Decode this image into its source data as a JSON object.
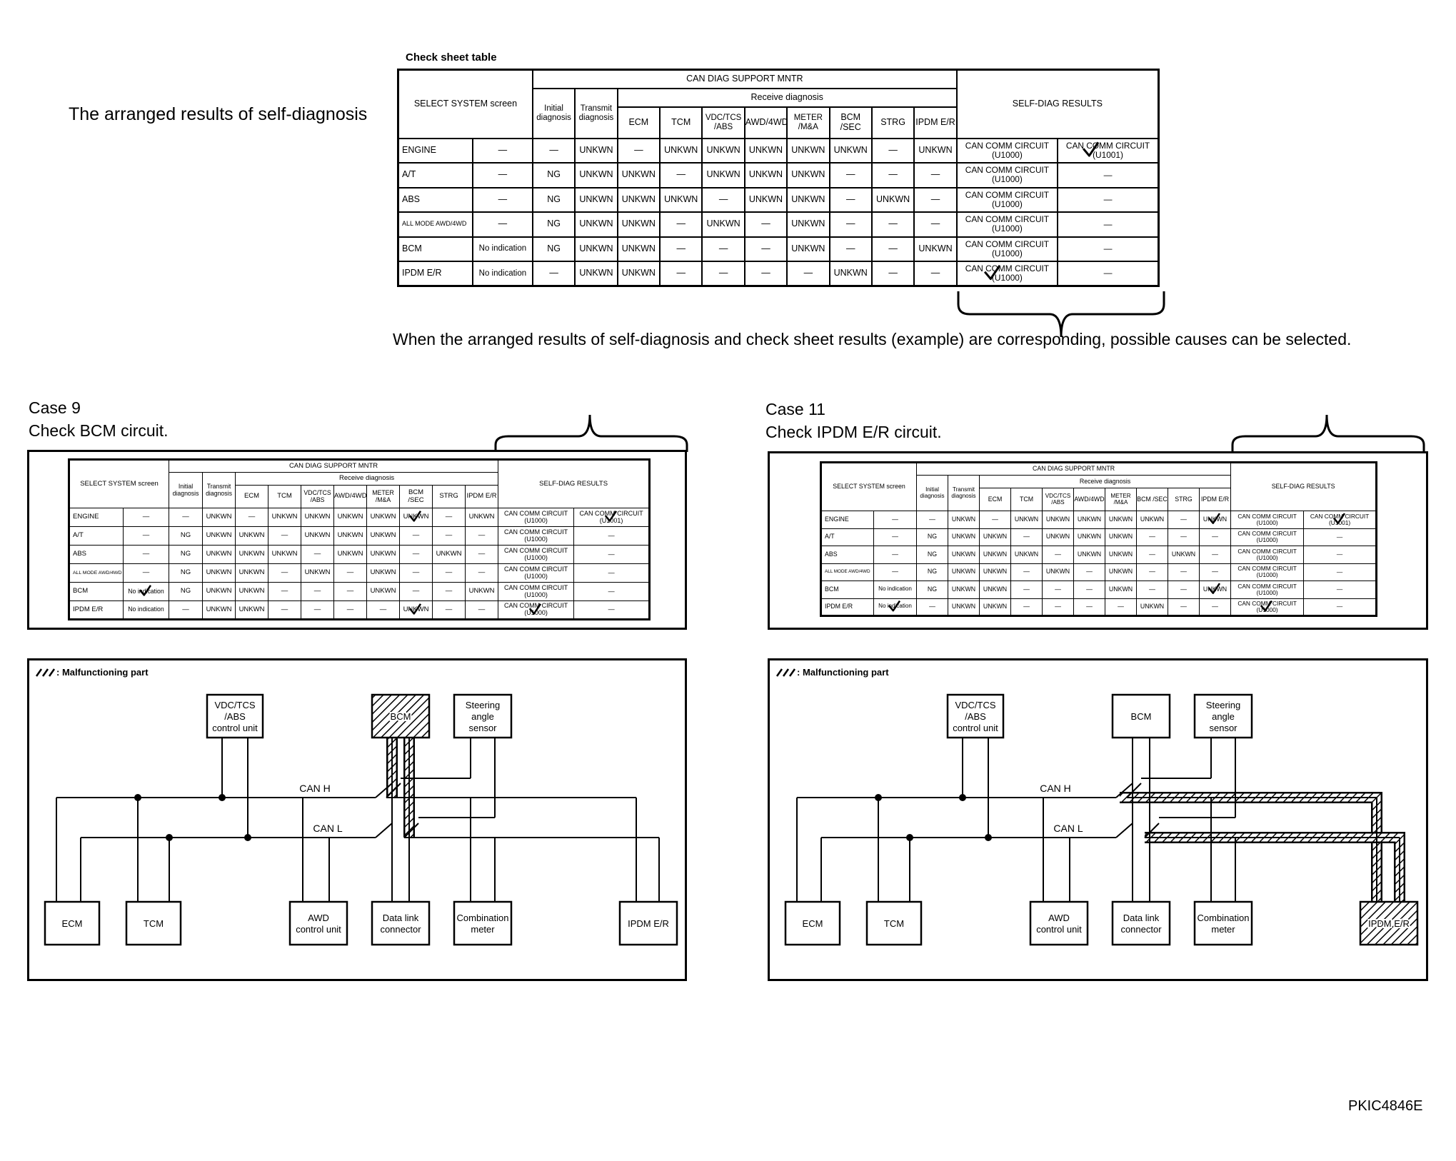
{
  "header": {
    "left_caption": "The arranged results of self-diagnosis",
    "check_sheet_title": "Check sheet table",
    "correspond_text": "When the arranged results of self-diagnosis and check sheet results (example) are corresponding, possible causes can be selected.",
    "doc_code": "PKIC4846E"
  },
  "table_headers": {
    "select_system": "SELECT SYSTEM screen",
    "can_diag": "CAN DIAG SUPPORT MNTR",
    "initial": "Initial diagnosis",
    "transmit": "Transmit diagnosis",
    "receive": "Receive diagnosis",
    "self_diag": "SELF-DIAG RESULTS",
    "receive_cols": [
      "ECM",
      "TCM",
      "VDC/TCS /ABS",
      "AWD/4WD",
      "METER /M&A",
      "BCM /SEC",
      "STRG",
      "IPDM E/R"
    ]
  },
  "check_sheet": {
    "rows": [
      {
        "system": "ENGINE",
        "select": "—",
        "initial": "—",
        "transmit": "UNKWN",
        "receive": [
          "—",
          "UNKWN",
          "UNKWN",
          "UNKWN",
          "UNKWN",
          "UNKWN",
          "—",
          "UNKWN"
        ],
        "self1": "CAN COMM CIRCUIT (U1000)",
        "self2": "CAN COMM CIRCUIT (U1001)"
      },
      {
        "system": "A/T",
        "select": "—",
        "initial": "NG",
        "transmit": "UNKWN",
        "receive": [
          "UNKWN",
          "—",
          "UNKWN",
          "UNKWN",
          "UNKWN",
          "—",
          "—",
          "—"
        ],
        "self1": "CAN COMM CIRCUIT (U1000)",
        "self2": "—"
      },
      {
        "system": "ABS",
        "select": "—",
        "initial": "NG",
        "transmit": "UNKWN",
        "receive": [
          "UNKWN",
          "UNKWN",
          "—",
          "UNKWN",
          "UNKWN",
          "—",
          "UNKWN",
          "—"
        ],
        "self1": "CAN COMM CIRCUIT (U1000)",
        "self2": "—"
      },
      {
        "system": "ALL MODE AWD/4WD",
        "select": "—",
        "initial": "NG",
        "transmit": "UNKWN",
        "receive": [
          "UNKWN",
          "—",
          "UNKWN",
          "—",
          "UNKWN",
          "—",
          "—",
          "—"
        ],
        "self1": "CAN COMM CIRCUIT (U1000)",
        "self2": "—"
      },
      {
        "system": "BCM",
        "select": "No indication",
        "initial": "NG",
        "transmit": "UNKWN",
        "receive": [
          "UNKWN",
          "—",
          "—",
          "—",
          "UNKWN",
          "—",
          "—",
          "UNKWN"
        ],
        "self1": "CAN COMM CIRCUIT (U1000)",
        "self2": "—"
      },
      {
        "system": "IPDM E/R",
        "select": "No indication",
        "initial": "—",
        "transmit": "UNKWN",
        "receive": [
          "UNKWN",
          "—",
          "—",
          "—",
          "—",
          "UNKWN",
          "—",
          "—"
        ],
        "self1": "CAN COMM CIRCUIT (U1000)",
        "self2": "—"
      }
    ]
  },
  "case9": {
    "title": "Case 9",
    "subtitle": "Check BCM circuit.",
    "rows": [
      {
        "system": "ENGINE",
        "select": "—",
        "initial": "—",
        "transmit": "UNKWN",
        "receive": [
          "—",
          "UNKWN",
          "UNKWN",
          "UNKWN",
          "UNKWN",
          "UNKWN",
          "—",
          "UNKWN"
        ],
        "self1": "CAN COMM CIRCUIT (U1000)",
        "self2": "CAN COMM CIRCUIT (U1001)"
      },
      {
        "system": "A/T",
        "select": "—",
        "initial": "NG",
        "transmit": "UNKWN",
        "receive": [
          "UNKWN",
          "—",
          "UNKWN",
          "UNKWN",
          "UNKWN",
          "—",
          "—",
          "—"
        ],
        "self1": "CAN COMM CIRCUIT (U1000)",
        "self2": "—"
      },
      {
        "system": "ABS",
        "select": "—",
        "initial": "NG",
        "transmit": "UNKWN",
        "receive": [
          "UNKWN",
          "UNKWN",
          "—",
          "UNKWN",
          "UNKWN",
          "—",
          "UNKWN",
          "—"
        ],
        "self1": "CAN COMM CIRCUIT (U1000)",
        "self2": "—"
      },
      {
        "system": "ALL MODE AWD/4WD",
        "select": "—",
        "initial": "NG",
        "transmit": "UNKWN",
        "receive": [
          "UNKWN",
          "—",
          "UNKWN",
          "—",
          "UNKWN",
          "—",
          "—",
          "—"
        ],
        "self1": "CAN COMM CIRCUIT (U1000)",
        "self2": "—"
      },
      {
        "system": "BCM",
        "select": "No indication",
        "initial": "NG",
        "transmit": "UNKWN",
        "receive": [
          "UNKWN",
          "—",
          "—",
          "—",
          "UNKWN",
          "—",
          "—",
          "UNKWN"
        ],
        "self1": "CAN COMM CIRCUIT (U1000)",
        "self2": "—"
      },
      {
        "system": "IPDM E/R",
        "select": "No indication",
        "initial": "—",
        "transmit": "UNKWN",
        "receive": [
          "UNKWN",
          "—",
          "—",
          "—",
          "—",
          "UNKWN",
          "—",
          "—"
        ],
        "self1": "CAN COMM CIRCUIT (U1000)",
        "self2": "—"
      }
    ]
  },
  "case11": {
    "title": "Case 11",
    "subtitle": "Check IPDM E/R circuit.",
    "rows": [
      {
        "system": "ENGINE",
        "select": "—",
        "initial": "—",
        "transmit": "UNKWN",
        "receive": [
          "—",
          "UNKWN",
          "UNKWN",
          "UNKWN",
          "UNKWN",
          "UNKWN",
          "—",
          "UNKWN"
        ],
        "self1": "CAN COMM CIRCUIT (U1000)",
        "self2": "CAN COMM CIRCUIT (U1001)"
      },
      {
        "system": "A/T",
        "select": "—",
        "initial": "NG",
        "transmit": "UNKWN",
        "receive": [
          "UNKWN",
          "—",
          "UNKWN",
          "UNKWN",
          "UNKWN",
          "—",
          "—",
          "—"
        ],
        "self1": "CAN COMM CIRCUIT (U1000)",
        "self2": "—"
      },
      {
        "system": "ABS",
        "select": "—",
        "initial": "NG",
        "transmit": "UNKWN",
        "receive": [
          "UNKWN",
          "UNKWN",
          "—",
          "UNKWN",
          "UNKWN",
          "—",
          "UNKWN",
          "—"
        ],
        "self1": "CAN COMM CIRCUIT (U1000)",
        "self2": "—"
      },
      {
        "system": "ALL MODE AWD/4WD",
        "select": "—",
        "initial": "NG",
        "transmit": "UNKWN",
        "receive": [
          "UNKWN",
          "—",
          "UNKWN",
          "—",
          "UNKWN",
          "—",
          "—",
          "—"
        ],
        "self1": "CAN COMM CIRCUIT (U1000)",
        "self2": "—"
      },
      {
        "system": "BCM",
        "select": "No indication",
        "initial": "NG",
        "transmit": "UNKWN",
        "receive": [
          "UNKWN",
          "—",
          "—",
          "—",
          "UNKWN",
          "—",
          "—",
          "UNKWN"
        ],
        "self1": "CAN COMM CIRCUIT (U1000)",
        "self2": "—"
      },
      {
        "system": "IPDM E/R",
        "select": "No indication",
        "initial": "—",
        "transmit": "UNKWN",
        "receive": [
          "UNKWN",
          "—",
          "—",
          "—",
          "—",
          "UNKWN",
          "—",
          "—"
        ],
        "self1": "CAN COMM CIRCUIT (U1000)",
        "self2": "—"
      }
    ]
  },
  "diagram": {
    "legend": ": Malfunctioning part",
    "can_h": "CAN H",
    "can_l": "CAN L",
    "units": {
      "vdc": [
        "VDC/TCS",
        "/ABS",
        "control unit"
      ],
      "bcm": [
        "BCM"
      ],
      "steering": [
        "Steering",
        "angle",
        "sensor"
      ],
      "ecm": [
        "ECM"
      ],
      "tcm": [
        "TCM"
      ],
      "awd": [
        "AWD",
        "control unit"
      ],
      "dlc": [
        "Data link",
        "connector"
      ],
      "combi": [
        "Combination",
        "meter"
      ],
      "ipdm": [
        "IPDM E/R"
      ]
    }
  }
}
